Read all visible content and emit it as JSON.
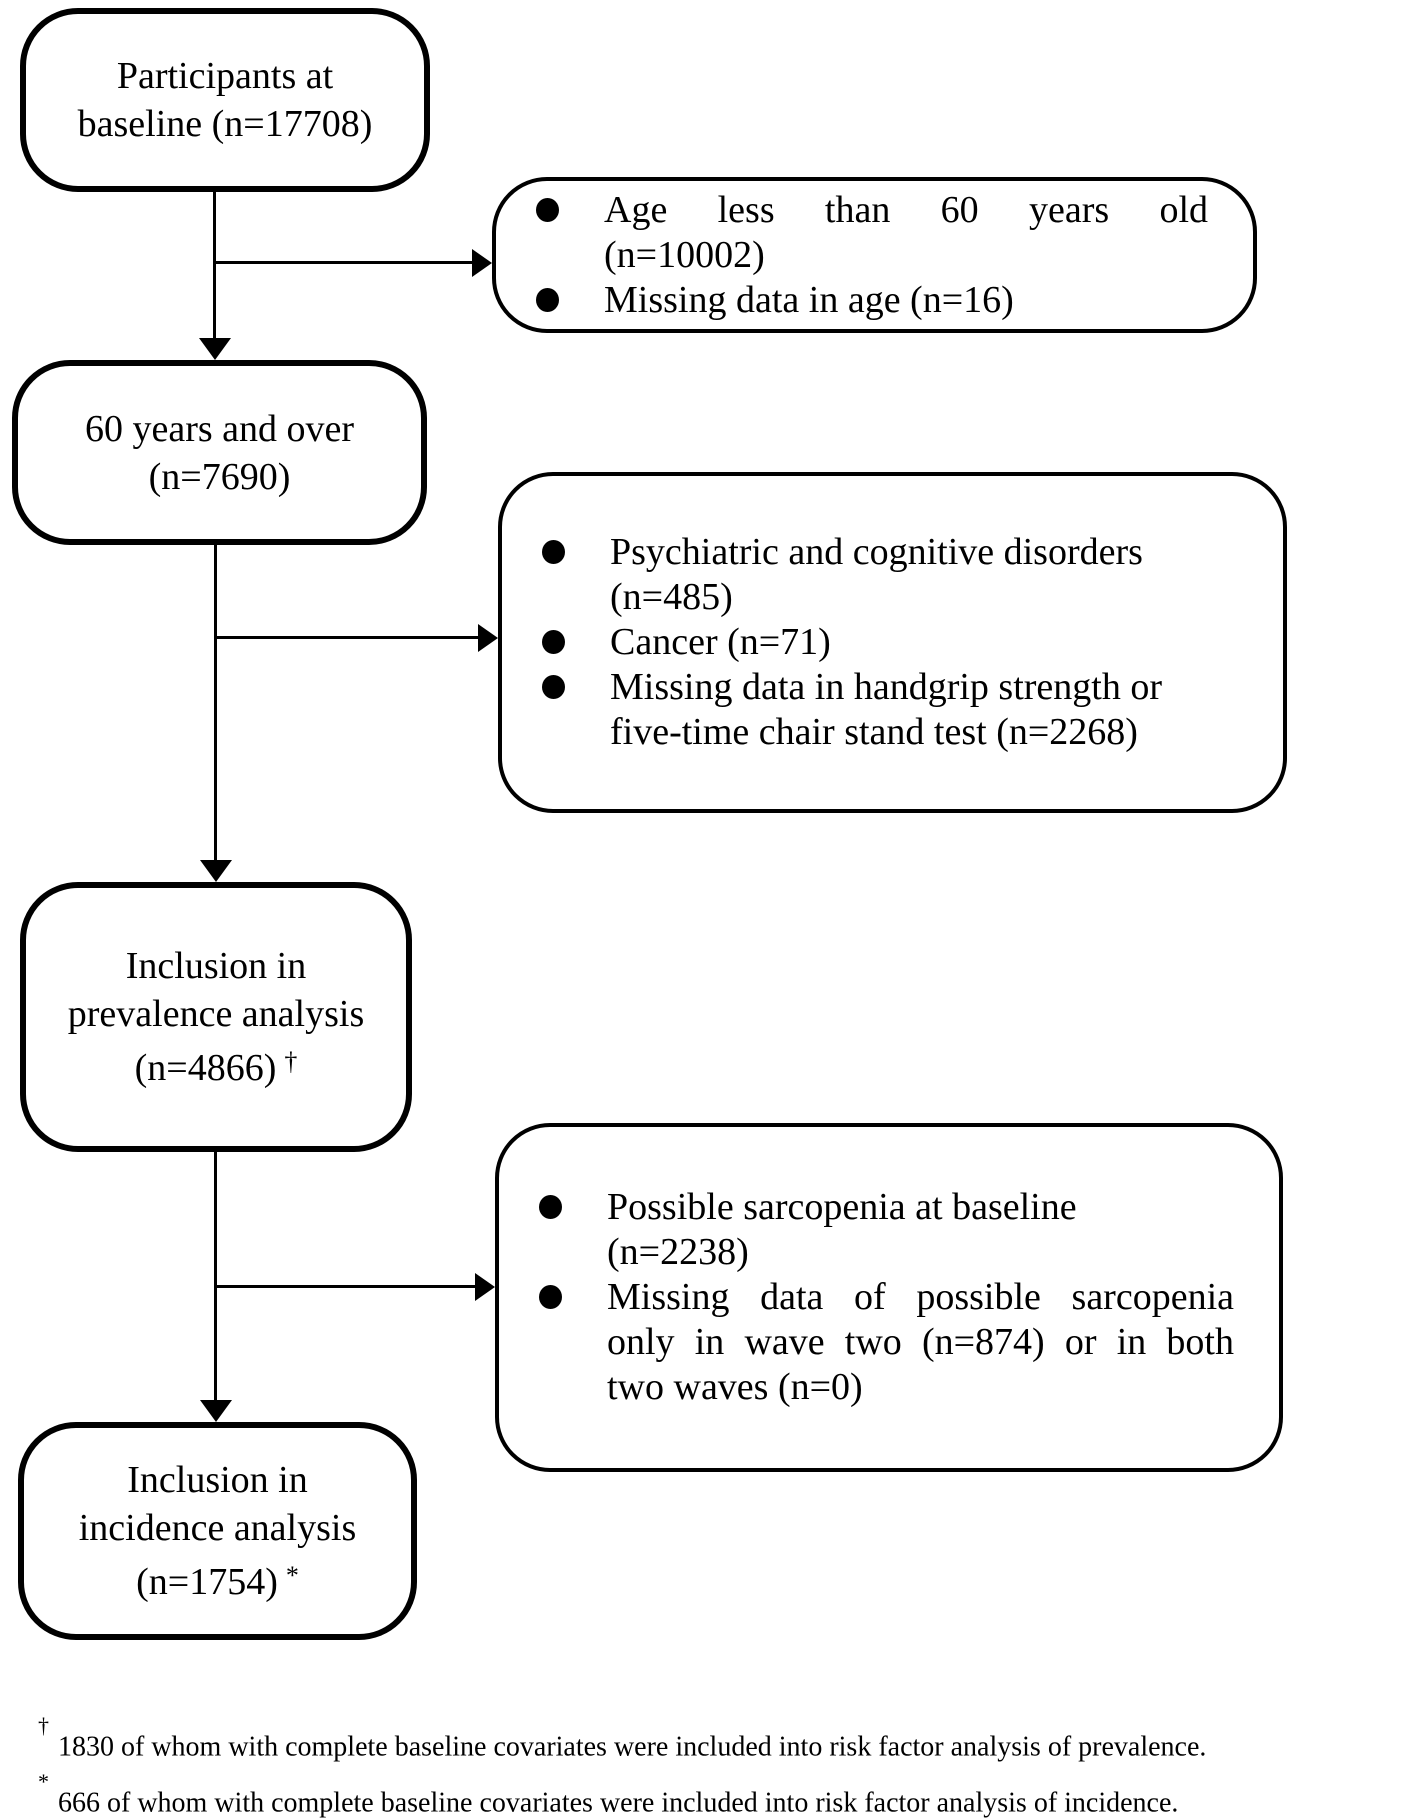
{
  "colors": {
    "ink": "#000000",
    "paper": "#ffffff"
  },
  "figure": {
    "main_boxes": [
      {
        "lines": [
          "Participants at",
          "baseline (n=17708)"
        ]
      },
      {
        "lines": [
          "60 years and over",
          "(n=7690)"
        ]
      },
      {
        "lines": [
          "Inclusion in",
          "prevalence analysis",
          "(n=4866)"
        ],
        "sup": "†"
      },
      {
        "lines": [
          "Inclusion in",
          "incidence analysis",
          "(n=1754)"
        ],
        "sup": "*"
      }
    ],
    "exclusions": [
      {
        "items": [
          {
            "lines": [
              "Age less than 60 years old",
              "(n=10002)"
            ],
            "justify_flags": [
              1,
              0
            ]
          },
          {
            "lines": [
              "Missing data in age (n=16)"
            ],
            "justify_flags": [
              0
            ]
          }
        ]
      },
      {
        "items": [
          {
            "lines": [
              "Psychiatric and cognitive disorders",
              "(n=485)"
            ],
            "justify_flags": [
              0,
              0
            ]
          },
          {
            "lines": [
              "Cancer (n=71)"
            ],
            "justify_flags": [
              0
            ]
          },
          {
            "lines": [
              "Missing data in handgrip strength or",
              "five-time chair stand test (n=2268)"
            ],
            "justify_flags": [
              0,
              0
            ]
          }
        ]
      },
      {
        "items": [
          {
            "lines": [
              "Possible sarcopenia at baseline",
              "(n=2238)"
            ],
            "justify_flags": [
              0,
              0
            ]
          },
          {
            "lines": [
              "Missing data of possible sarcopenia",
              "only in wave two (n=874) or in both",
              "two waves (n=0)"
            ],
            "justify_flags": [
              1,
              1,
              0
            ]
          }
        ]
      }
    ],
    "footnotes": [
      {
        "marker": "†",
        "text": "1830 of whom with complete baseline covariates were included into risk factor analysis of prevalence."
      },
      {
        "marker": "*",
        "text": "666 of whom with complete baseline covariates were included into risk factor analysis of incidence."
      }
    ]
  }
}
